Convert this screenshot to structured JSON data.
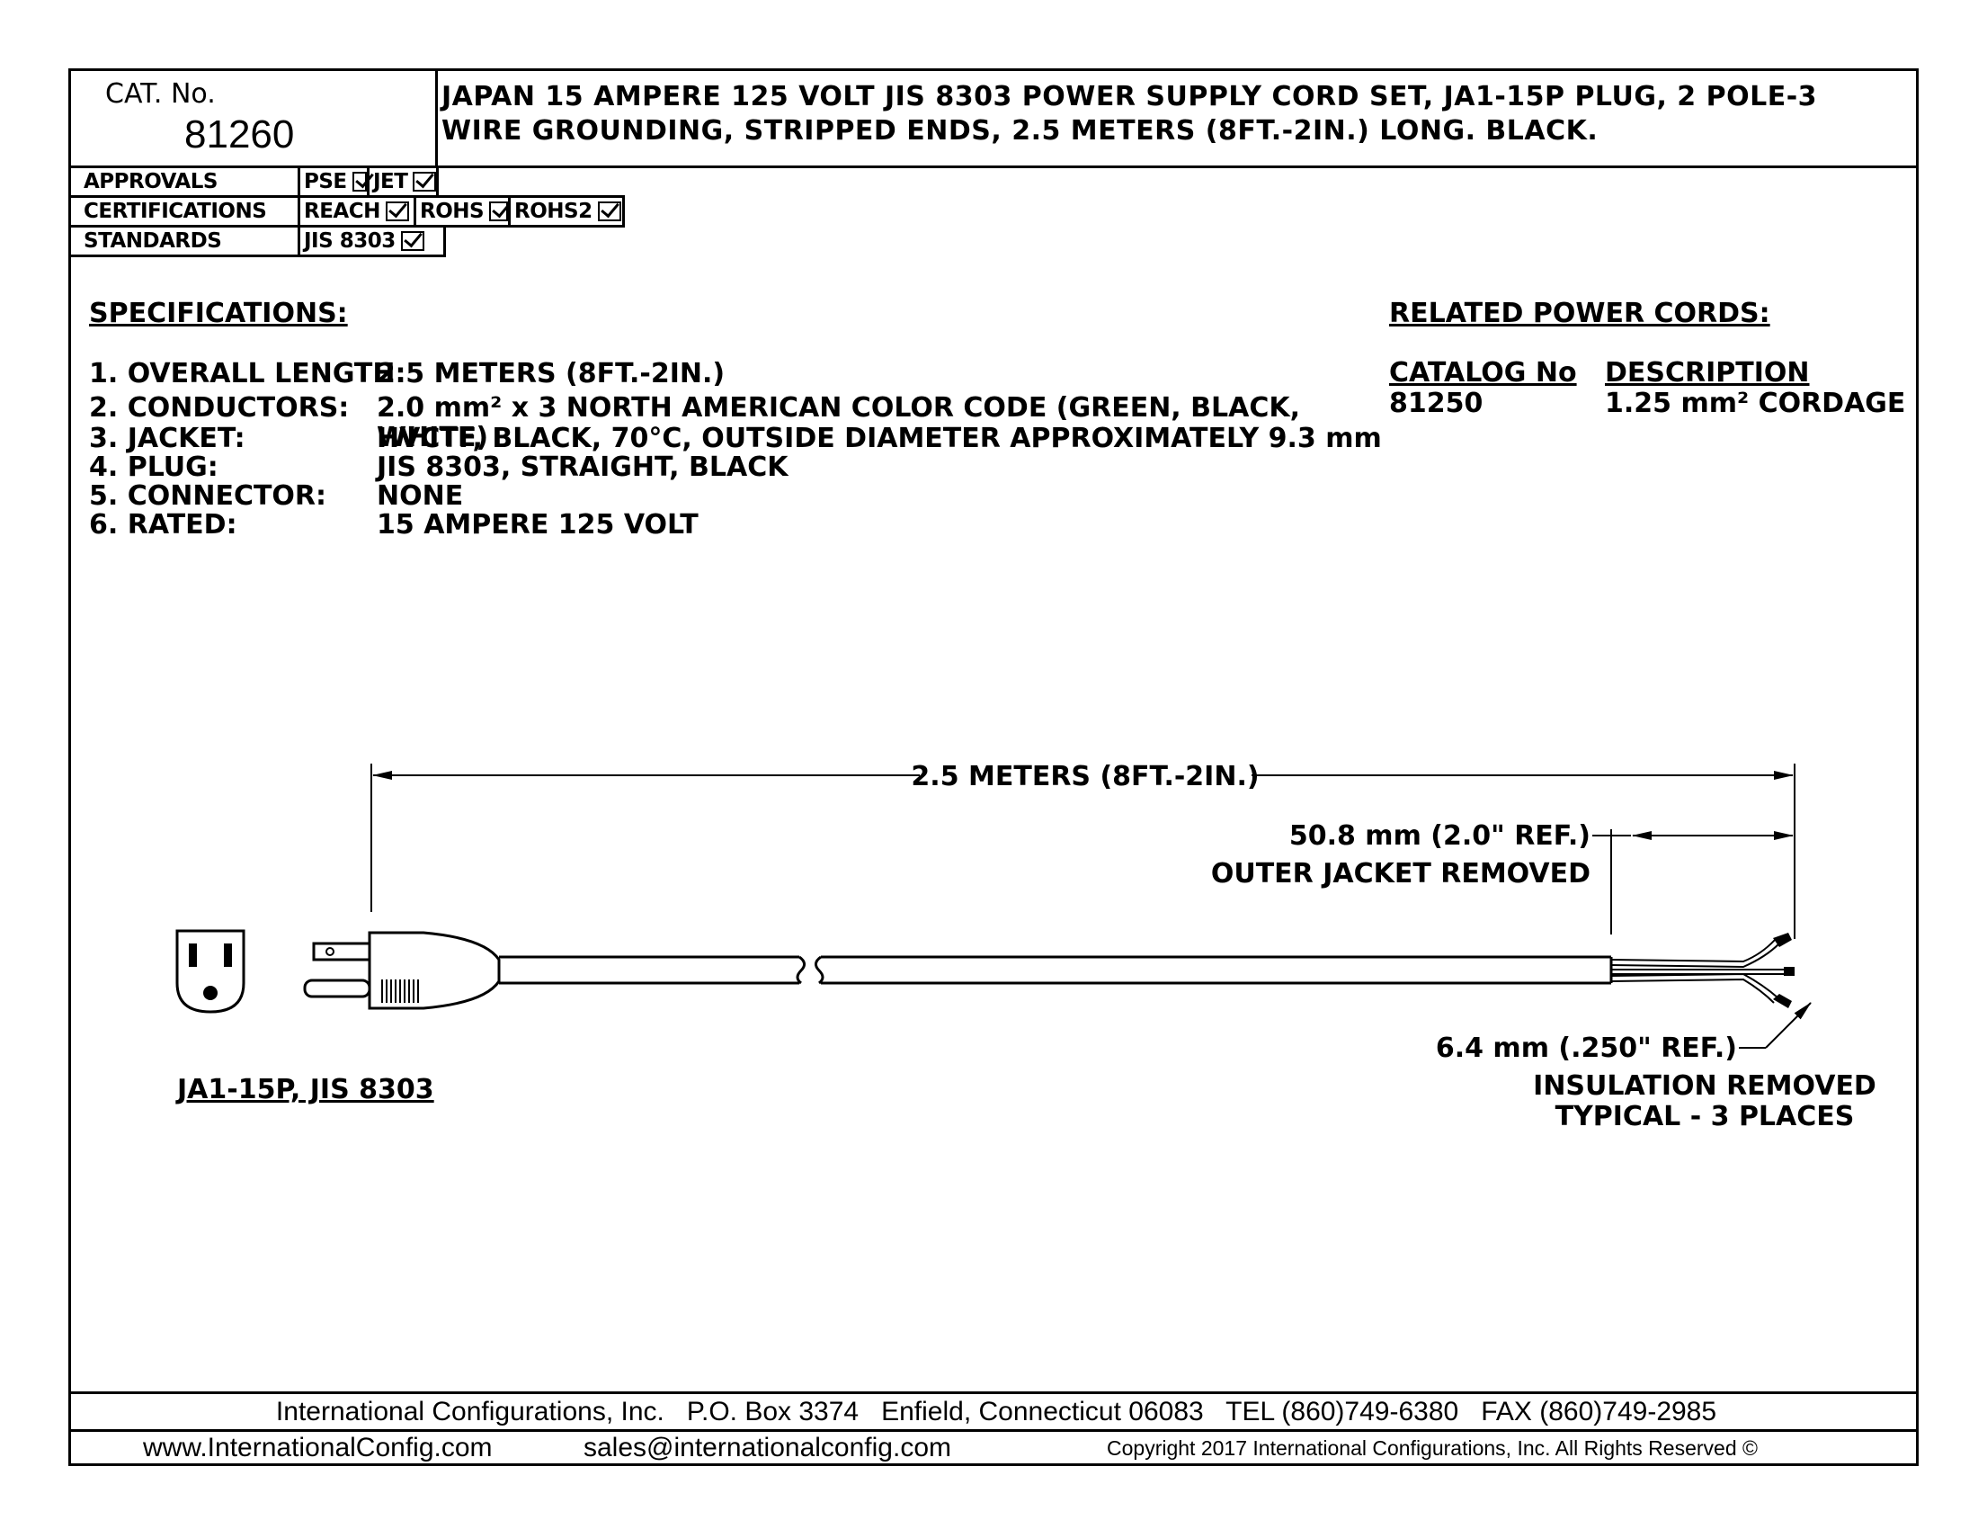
{
  "header": {
    "cat_label": "CAT. No.",
    "cat_number": "81260",
    "title": "JAPAN 15 AMPERE 125 VOLT JIS 8303 POWER SUPPLY CORD SET, JA1-15P PLUG, 2 POLE-3 WIRE GROUNDING, STRIPPED ENDS, 2.5 METERS (8FT.-2IN.) LONG. BLACK."
  },
  "compliance": {
    "approvals": {
      "label": "APPROVALS",
      "items": [
        "PSE",
        "JET"
      ]
    },
    "certifications": {
      "label": "CERTIFICATIONS",
      "items": [
        "REACH",
        "ROHS",
        "ROHS2"
      ]
    },
    "standards": {
      "label": "STANDARDS",
      "items": [
        "JIS 8303"
      ]
    }
  },
  "specifications": {
    "heading": "SPECIFICATIONS:",
    "items": [
      {
        "label": "1. OVERALL LENGTH:",
        "value": "2.5 METERS (8FT.-2IN.)"
      },
      {
        "label": "2. CONDUCTORS:",
        "value": "2.0 mm² x 3 NORTH AMERICAN COLOR CODE (GREEN, BLACK, WHITE)"
      },
      {
        "label": "3. JACKET:",
        "value": "HVCTF, BLACK, 70°C, OUTSIDE DIAMETER APPROXIMATELY 9.3 mm"
      },
      {
        "label": "4. PLUG:",
        "value": "JIS 8303, STRAIGHT, BLACK"
      },
      {
        "label": "5. CONNECTOR:",
        "value": "NONE"
      },
      {
        "label": "6. RATED:",
        "value": "15 AMPERE 125 VOLT"
      }
    ]
  },
  "related": {
    "heading": "RELATED POWER CORDS:",
    "col_catalog": "CATALOG No",
    "col_description": "DESCRIPTION",
    "rows": [
      {
        "catalog": "81250",
        "description": "1.25 mm² CORDAGE"
      }
    ]
  },
  "drawing": {
    "overall_length": "2.5 METERS (8FT.-2IN.)",
    "jacket_strip_dim": "50.8 mm (2.0\" REF.)",
    "jacket_strip_note": "OUTER JACKET REMOVED",
    "insulation_dim": "6.4 mm (.250\" REF.)",
    "insulation_note_1": "INSULATION REMOVED",
    "insulation_note_2": "TYPICAL - 3 PLACES",
    "plug_label": "JA1-15P, JIS 8303"
  },
  "footer": {
    "company_line": "International Configurations, Inc.   P.O. Box 3374   Enfield, Connecticut 06083   TEL (860)749-6380   FAX (860)749-2985",
    "website": "www.InternationalConfig.com",
    "email": "sales@internationalconfig.com",
    "copyright": "Copyright 2017 International Configurations, Inc. All Rights Reserved ©"
  }
}
